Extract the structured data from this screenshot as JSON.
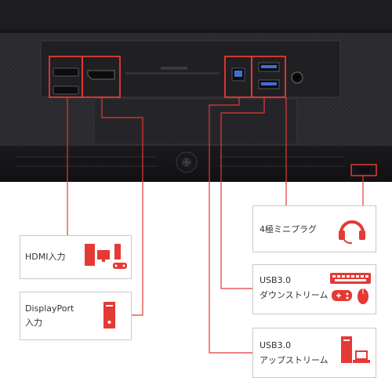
{
  "callouts": {
    "hdmi": {
      "label": "HDMI入力"
    },
    "displayport": {
      "line1": "DisplayPort",
      "line2": "入力"
    },
    "audio": {
      "label": "4極ミニプラグ"
    },
    "usb_down": {
      "line1": "USB3.0",
      "line2": "ダウンストリーム"
    },
    "usb_up": {
      "line1": "USB3.0",
      "line2": "アップストリーム"
    }
  },
  "colors": {
    "accent": "#e53935",
    "panel": "#2b2b2f",
    "connector": "#3d6fd8"
  },
  "icons": {
    "hdmi": [
      "pc-tower-icon",
      "monitor-icon",
      "game-console-icon",
      "gamepad-icon"
    ],
    "displayport": [
      "pc-tower-icon"
    ],
    "audio": [
      "headset-icon"
    ],
    "usb_down": [
      "keyboard-icon",
      "gamepad-icon",
      "mouse-icon"
    ],
    "usb_up": [
      "pc-tower-icon",
      "laptop-icon"
    ]
  }
}
